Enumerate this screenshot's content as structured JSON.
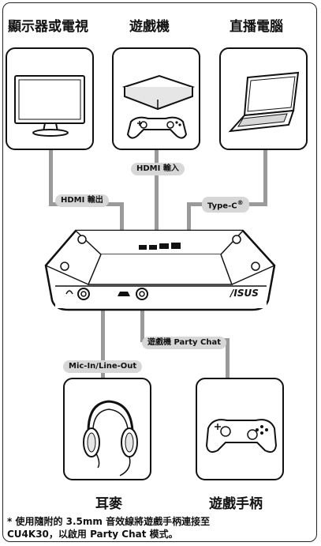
{
  "devices": {
    "display": "顯示器或電視",
    "console": "遊戲機",
    "pc": "直播電腦",
    "headset": "耳麥",
    "controller": "遊戲手柄"
  },
  "ports": {
    "hdmi_out": "HDMI 輸出",
    "hdmi_in": "HDMI 輸入",
    "typec": "Type-C",
    "typec_mark": "®",
    "mic": "Mic-In/Line-Out",
    "party_chat": "遊戲機 Party Chat"
  },
  "brand": "/ISUS",
  "note": "* 使用隨附的 3.5mm 音效線將遊戲手柄連接至\n  CU4K30，以啟用 Party Chat 模式。"
}
